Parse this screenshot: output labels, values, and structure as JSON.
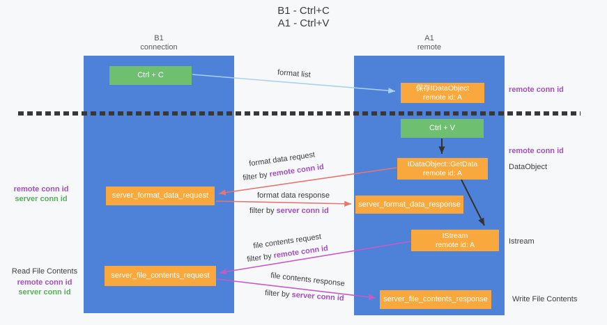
{
  "title": {
    "line1": "B1 - Ctrl+C",
    "line2": "A1 - Ctrl+V"
  },
  "lanes": {
    "left": {
      "name": "B1",
      "subtitle": "connection"
    },
    "right": {
      "name": "A1",
      "subtitle": "remote"
    }
  },
  "nodes": {
    "ctrl_c": {
      "label": "Ctrl + C"
    },
    "save_idataobject": {
      "line1": "保存IDataObject",
      "line2": "remote id: A"
    },
    "ctrl_v": {
      "label": "Ctrl + V"
    },
    "getdata": {
      "line1": "IDataObject::GetData",
      "line2": "remote id: A"
    },
    "server_format_data_request": {
      "label": "server_format_data_request"
    },
    "server_format_data_response": {
      "label": "server_format_data_response"
    },
    "istream": {
      "line1": "IStream",
      "line2": "remote id: A"
    },
    "server_file_contents_request": {
      "label": "server_file_contents_request"
    },
    "server_file_contents_response": {
      "label": "server_file_contents_response"
    }
  },
  "flow_labels": {
    "format_list": "format list",
    "format_data_request": "format data request",
    "format_data_response": "format data response",
    "file_contents_request": "file contents request",
    "file_contents_response": "file contents response",
    "filter_by": "filter by ",
    "remote_conn_id": "remote conn id",
    "server_conn_id": "server conn id"
  },
  "annotations": {
    "remote_conn_id": "remote conn id",
    "server_conn_id": "server conn id",
    "dataobject": "DataObject",
    "istream": "Istream",
    "read_file_contents": "Read File Contents",
    "write_file_contents": "Write File Contents"
  },
  "colors": {
    "lane_blue": "#4d82d8",
    "node_orange": "#f8a83c",
    "node_green": "#6ebf70",
    "arrow_light_blue": "#a9d2ef",
    "arrow_salmon": "#e57670",
    "arrow_magenta": "#c55bc5",
    "arrow_black": "#333333",
    "text_purple": "#a24fc0",
    "text_green": "#53b156",
    "divider_dark": "#383838"
  }
}
